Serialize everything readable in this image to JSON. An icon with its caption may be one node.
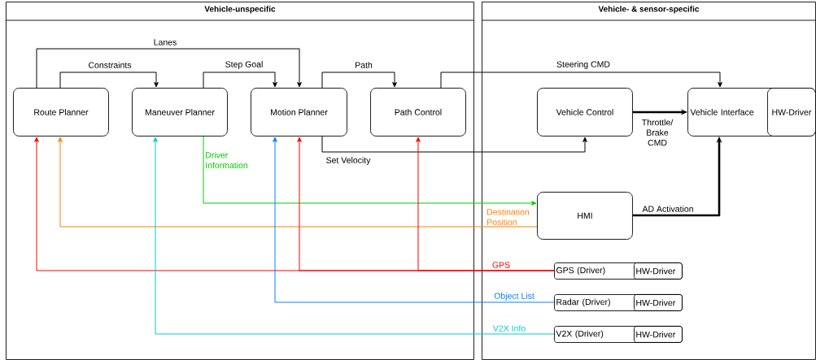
{
  "diagram": {
    "nodes": [
      {
        "text": [
          "Vehicle-unspecific"
        ]
      },
      {
        "text": [
          "Vehicle- & sensor-specific"
        ]
      },
      {
        "text": [
          "Route Planner"
        ],
        "in": 0
      },
      {
        "text": [
          "Maneuver Planner"
        ],
        "in": 0
      },
      {
        "text": [
          "Motion Planner"
        ],
        "in": 0
      },
      {
        "text": [
          "Path Control"
        ],
        "in": 0
      },
      {
        "text": [
          "Vehicle Control"
        ],
        "in": 1
      },
      {
        "text": [
          "Vehicle Interface"
        ],
        "in": 1
      },
      {
        "text": [
          "HW-Driver"
        ],
        "in": 7
      },
      {
        "text": [
          "HMI"
        ],
        "in": 1
      },
      {
        "text": [
          "GPS (Driver)"
        ],
        "in": 1
      },
      {
        "text": [
          "HW-Driver"
        ],
        "in": 10
      },
      {
        "text": [
          "Radar (Driver)"
        ],
        "in": 1
      },
      {
        "text": [
          "HW-Driver"
        ],
        "in": 12
      },
      {
        "text": [
          "V2X (Driver)"
        ],
        "in": 1
      },
      {
        "text": [
          "HW-Driver"
        ],
        "in": 14
      }
    ],
    "edges": [
      {
        "from": 2,
        "to": 4,
        "arrow": "to",
        "label": "Lanes"
      },
      {
        "from": 2,
        "to": 3,
        "arrow": "to",
        "label": "Constraints"
      },
      {
        "from": 3,
        "to": 4,
        "arrow": "to",
        "label": "Step Goal"
      },
      {
        "from": 4,
        "to": 5,
        "arrow": "to",
        "label": "Path"
      },
      {
        "from": 5,
        "to": 7,
        "arrow": "to",
        "label": "Steering CMD"
      },
      {
        "from": 4,
        "to": 6,
        "arrow": "to",
        "label": "Set Velocity"
      },
      {
        "from": 6,
        "to": 7,
        "arrow": "to",
        "label": "Throttle/ Brake CMD",
        "style": "thick"
      },
      {
        "from": 3,
        "to": 9,
        "arrow": "to",
        "label": "Driver Information",
        "color": "#00cc00"
      },
      {
        "from": 9,
        "to": 2,
        "arrow": "to",
        "label": "Destination Position",
        "color": "#ff8000"
      },
      {
        "from": 10,
        "to": 2,
        "arrow": "to",
        "label": "GPS",
        "color": "#ff0000"
      },
      {
        "from": 10,
        "to": 4,
        "arrow": "to",
        "color": "#ff0000"
      },
      {
        "from": 10,
        "to": 5,
        "arrow": "to",
        "color": "#ff0000"
      },
      {
        "from": 12,
        "to": 4,
        "arrow": "to",
        "label": "Object List",
        "color": "#007fff"
      },
      {
        "from": 14,
        "to": 3,
        "arrow": "to",
        "label": "V2X Info",
        "color": "#00cccc"
      },
      {
        "from": 9,
        "to": 7,
        "arrow": "to",
        "label": "AD Activation",
        "style": "thick"
      }
    ]
  }
}
